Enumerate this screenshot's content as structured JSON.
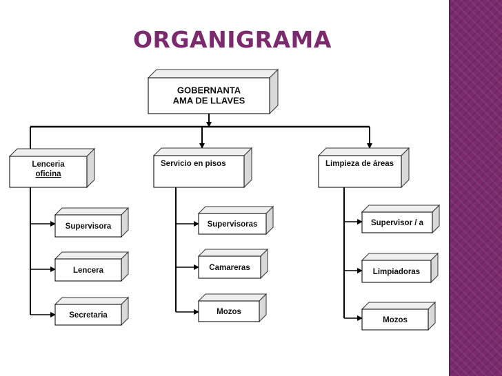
{
  "title": "ORGANIGRAMA",
  "colors": {
    "accent": "#7b2a6d",
    "lines": "#000000",
    "box_fill": "#ffffff",
    "box_side": "#d9d9d9",
    "box_top": "#efefef"
  },
  "root": {
    "lines": [
      "GOBERNANTA",
      "AMA DE LLAVES"
    ]
  },
  "departments": [
    {
      "lines": [
        "Lenceria",
        "oficina"
      ],
      "children": [
        "Supervisora",
        "Lencera",
        "Secretaria"
      ]
    },
    {
      "lines": [
        "Servicio en pisos"
      ],
      "children": [
        "Supervisoras",
        "Camareras",
        "Mozos"
      ]
    },
    {
      "lines": [
        "Limpieza de áreas"
      ],
      "children": [
        "Supervisor / a",
        "Limpiadoras",
        "Mozos"
      ]
    }
  ]
}
